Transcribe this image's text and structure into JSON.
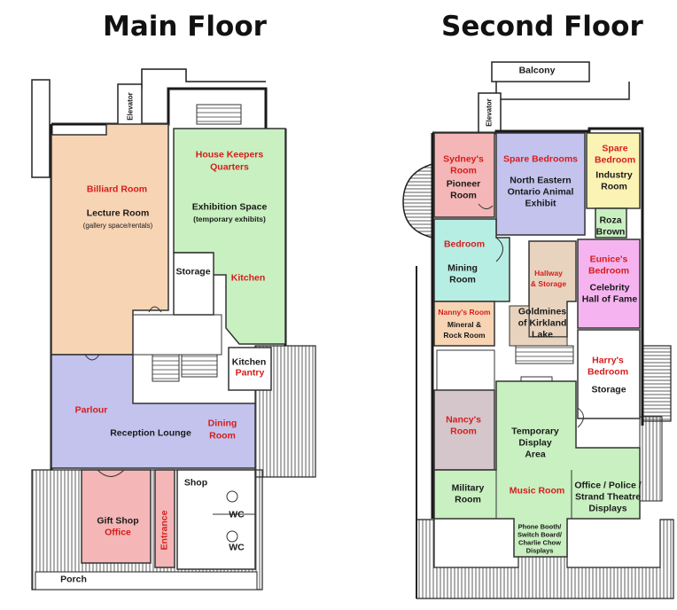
{
  "titles": {
    "main": "Main Floor",
    "second": "Second Floor"
  },
  "colors": {
    "peach": "#f7d4b4",
    "green": "#c8f0c0",
    "lavender": "#c3c3ee",
    "pink": "#f4b6b6",
    "yellow": "#fbf3b4",
    "teal": "#b7eee4",
    "tan": "#e8d3be",
    "magenta": "#f5b4ef",
    "red_label": "#d61c1c",
    "mauve": "#d5c6cb"
  },
  "main_floor": {
    "elevator": "Elevator",
    "billiard": "Billiard Room",
    "lecture": "Lecture Room",
    "lecture_sub": "(gallery space/rentals)",
    "housekeepers_1": "House Keepers",
    "housekeepers_2": "Quarters",
    "exhibition": "Exhibition Space",
    "exhibition_sub": "(temporary exhibits)",
    "storage": "Storage",
    "kitchen": "Kitchen",
    "kitchen2": "Kitchen",
    "pantry": "Pantry",
    "parlour": "Parlour",
    "reception": "Reception Lounge",
    "dining_1": "Dining",
    "dining_2": "Room",
    "shop": "Shop",
    "wc1": "WC",
    "wc2": "WC",
    "giftshop": "Gift Shop",
    "office": "Office",
    "entrance": "Entrance",
    "porch": "Porch"
  },
  "second_floor": {
    "balcony": "Balcony",
    "elevator": "Elevator",
    "sydney_1": "Sydney's",
    "sydney_2": "Room",
    "pioneer_1": "Pioneer",
    "pioneer_2": "Room",
    "spare_bedrooms": "Spare Bedrooms",
    "neo_1": "North Eastern",
    "neo_2": "Ontario Animal",
    "neo_3": "Exhibit",
    "spare_1": "Spare",
    "spare_2": "Bedroom",
    "industry_1": "Industry",
    "industry_2": "Room",
    "roza_1": "Roza",
    "roza_2": "Brown",
    "bedroom": "Bedroom",
    "mining_1": "Mining",
    "mining_2": "Room",
    "hallway_1": "Hallway",
    "hallway_2": "& Storage",
    "eunice_1": "Eunice's",
    "eunice_2": "Bedroom",
    "celebrity_1": "Celebrity",
    "celebrity_2": "Hall of Fame",
    "nanny": "Nanny's Room",
    "mineral_1": "Mineral &",
    "mineral_2": "Rock Room",
    "goldmines_1": "Goldmines",
    "goldmines_2": "of Kirkland",
    "goldmines_3": "Lake",
    "harry_1": "Harry's",
    "harry_2": "Bedroom",
    "storage": "Storage",
    "nancy_1": "Nancy's",
    "nancy_2": "Room",
    "temp_1": "Temporary",
    "temp_2": "Display",
    "temp_3": "Area",
    "military_1": "Military",
    "military_2": "Room",
    "music": "Music Room",
    "office_1": "Office / Police /",
    "office_2": "Strand Theatre",
    "office_3": "Displays",
    "phone_1": "Phone Booth/",
    "phone_2": "Switch Board/",
    "phone_3": "Charlie Chow",
    "phone_4": "Displays"
  }
}
